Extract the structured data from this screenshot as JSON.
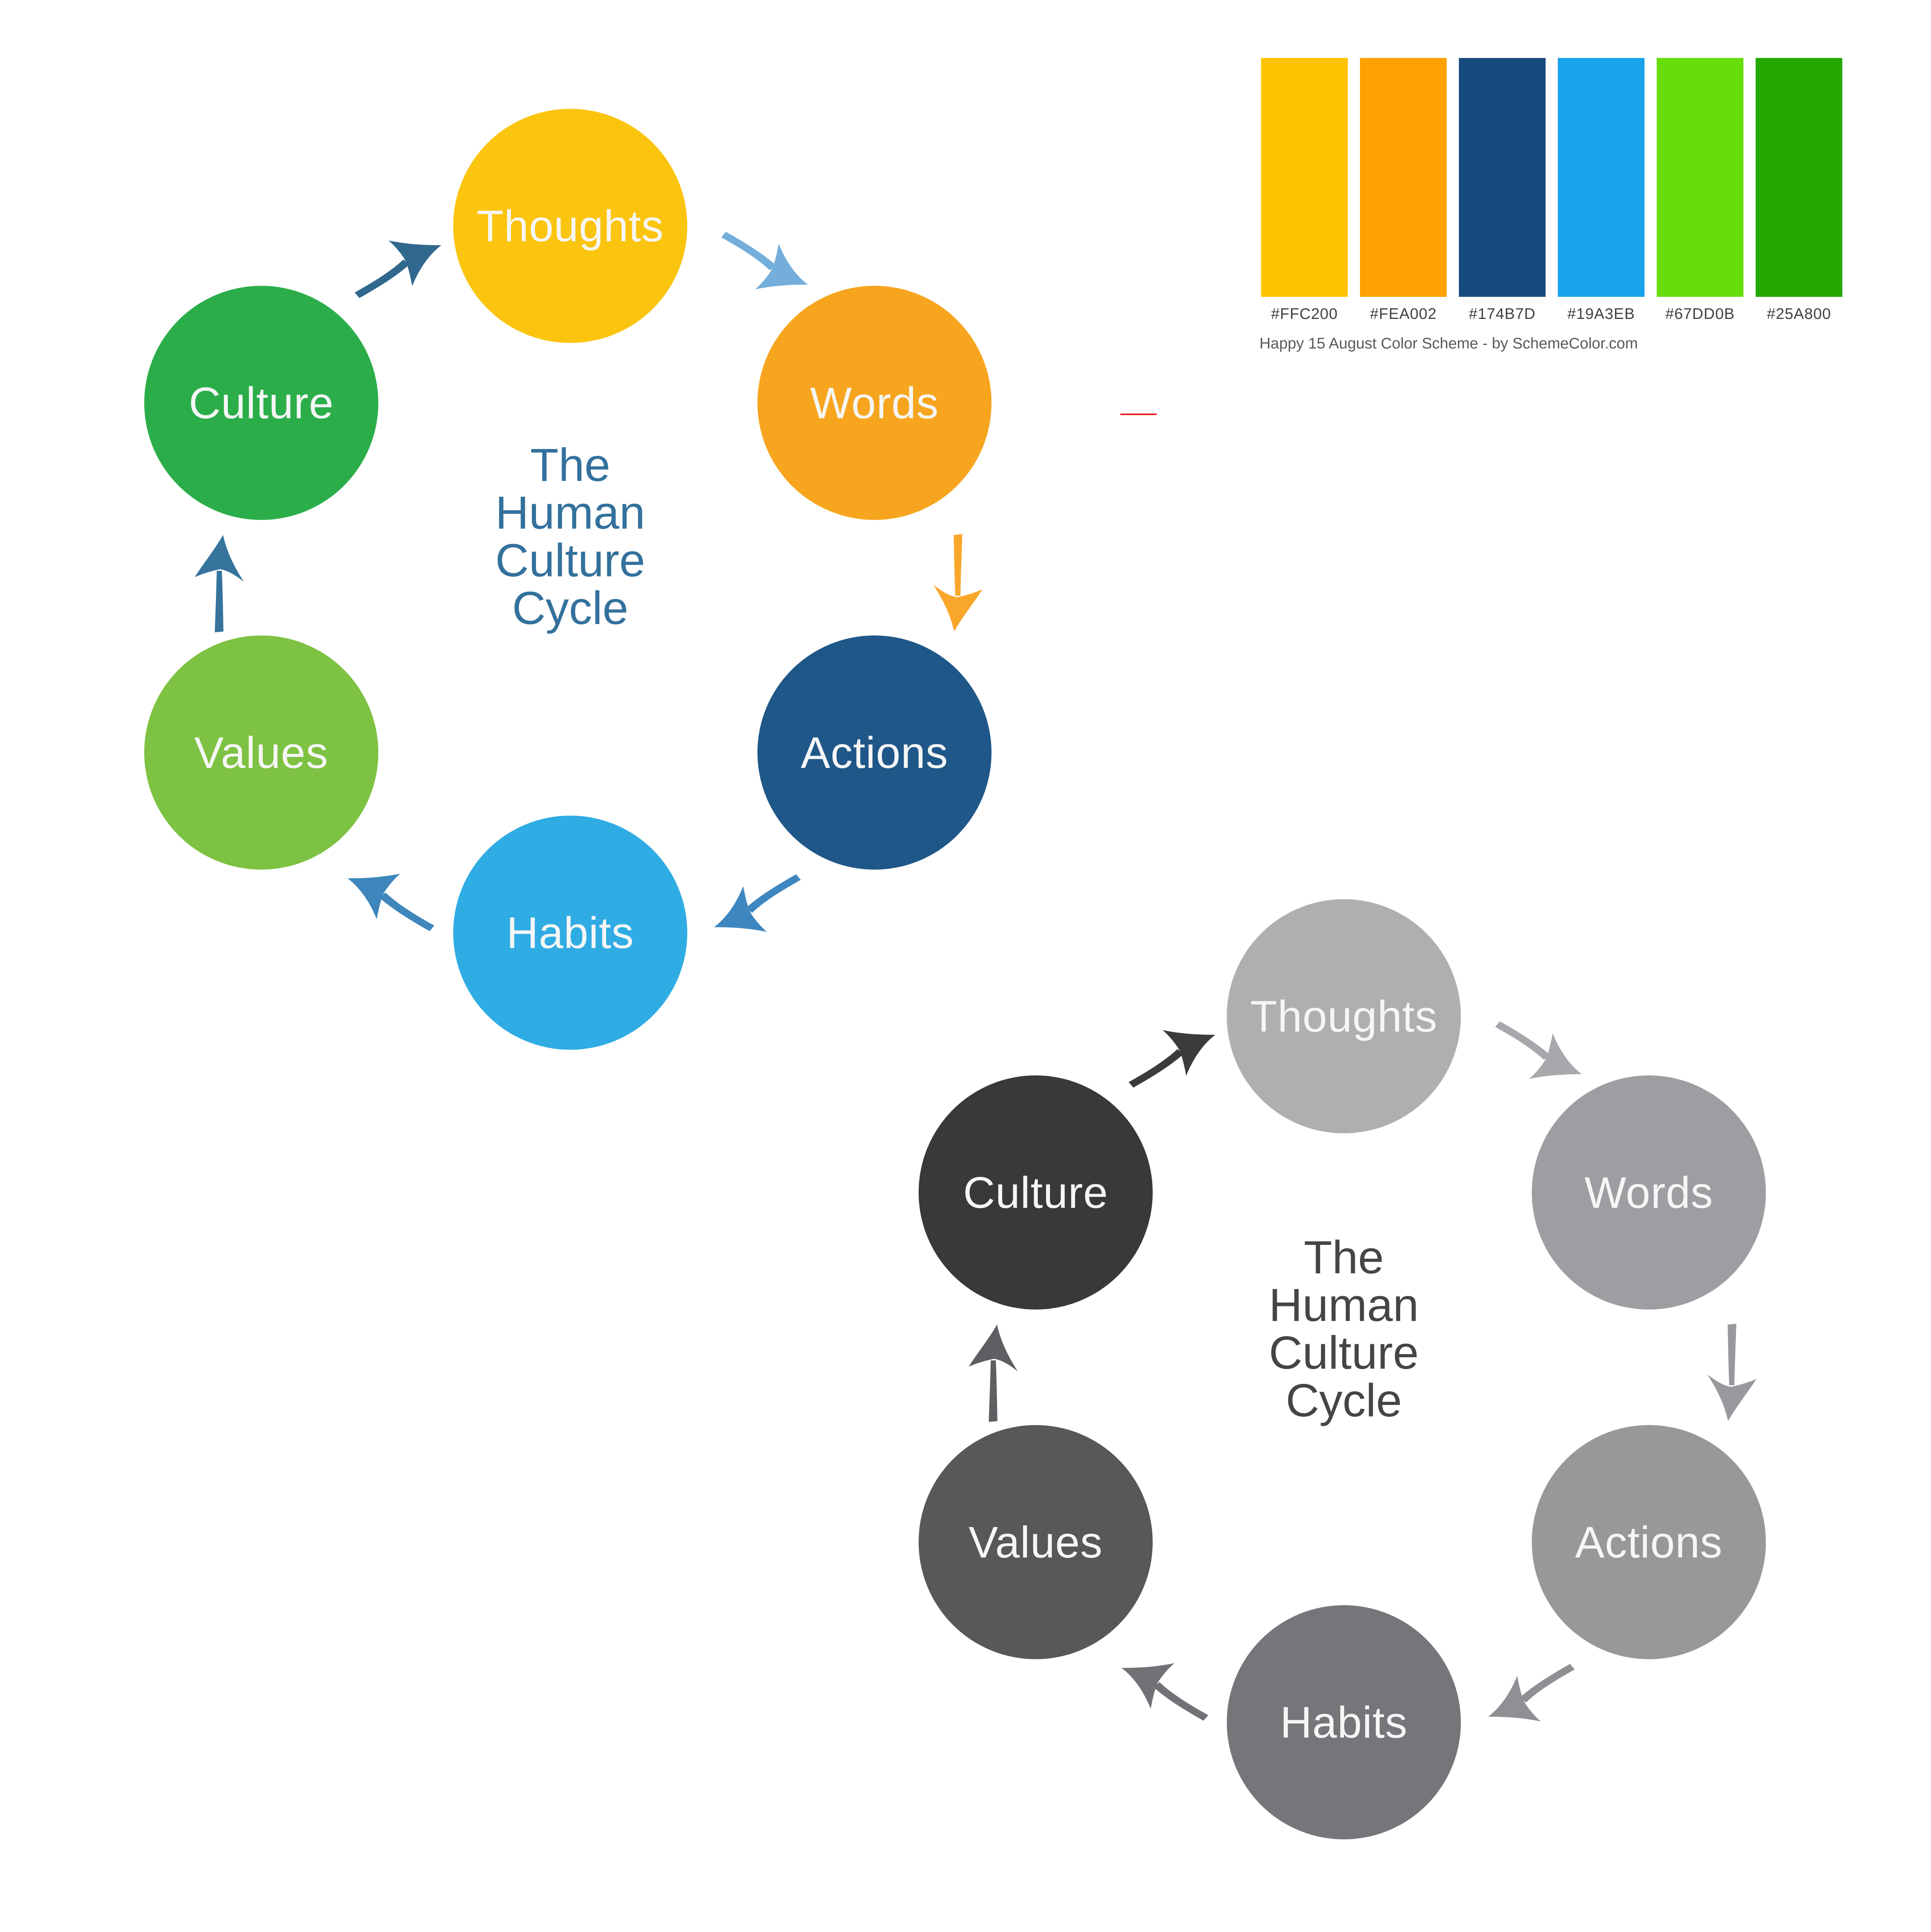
{
  "palette": {
    "caption": "Happy 15 August Color Scheme - by SchemeColor.com",
    "swatches": [
      "#FFC200",
      "#FEA002",
      "#174B7D",
      "#19A3EB",
      "#67DD0B",
      "#25A800"
    ]
  },
  "colored_cycle": {
    "title_lines": [
      "The",
      "Human",
      "Culture",
      "Cycle"
    ],
    "title_color": "#33719C",
    "label_color": "#F5F6F6",
    "nodes": [
      {
        "label": "Thoughts",
        "color": "#FBC40F"
      },
      {
        "label": "Words",
        "color": "#F7A51F"
      },
      {
        "label": "Actions",
        "color": "#1F5788"
      },
      {
        "label": "Habits",
        "color": "#2FACE3"
      },
      {
        "label": "Values",
        "color": "#7DC242"
      },
      {
        "label": "Culture",
        "color": "#2BAE4A"
      }
    ],
    "arrows": [
      {
        "from": "Culture",
        "to": "Thoughts",
        "color": "#31688E"
      },
      {
        "from": "Thoughts",
        "to": "Words",
        "color": "#74AEDB"
      },
      {
        "from": "Words",
        "to": "Actions",
        "color": "#F9A72B"
      },
      {
        "from": "Actions",
        "to": "Habits",
        "color": "#3E86C0"
      },
      {
        "from": "Habits",
        "to": "Values",
        "color": "#3E86BC"
      },
      {
        "from": "Values",
        "to": "Culture",
        "color": "#36749E"
      }
    ]
  },
  "grayscale_cycle": {
    "title_lines": [
      "The",
      "Human",
      "Culture",
      "Cycle"
    ],
    "title_color": "#454547",
    "label_color": "#F5F6F6",
    "nodes": [
      {
        "label": "Thoughts",
        "color": "#AFAFB1"
      },
      {
        "label": "Words",
        "color": "#9D9EA1"
      },
      {
        "label": "Actions",
        "color": "#98989B"
      },
      {
        "label": "Habits",
        "color": "#757679"
      },
      {
        "label": "Values",
        "color": "#58585A"
      },
      {
        "label": "Culture",
        "color": "#39393B"
      }
    ],
    "arrows": [
      {
        "from": "Culture",
        "to": "Thoughts",
        "color": "#3B3B3D"
      },
      {
        "from": "Thoughts",
        "to": "Words",
        "color": "#A6A8AB"
      },
      {
        "from": "Words",
        "to": "Actions",
        "color": "#97999C"
      },
      {
        "from": "Actions",
        "to": "Habits",
        "color": "#8E9093"
      },
      {
        "from": "Habits",
        "to": "Values",
        "color": "#717276"
      },
      {
        "from": "Values",
        "to": "Culture",
        "color": "#5E5F62"
      }
    ]
  },
  "artifact_line": {
    "color": "#EC1C24"
  }
}
